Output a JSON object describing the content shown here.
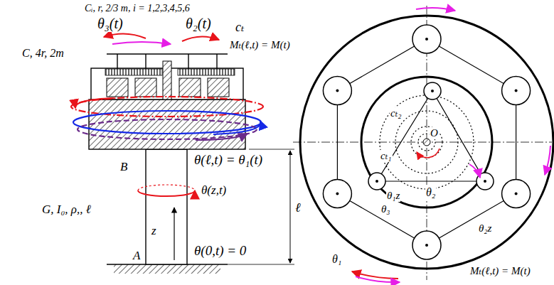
{
  "diagram": {
    "labels": [
      "Cᵢ, r, 2/3 m, i = 1,2,3,4,5,6",
      "θ₃(t)",
      "θ₂(t)",
      "cₜ",
      "C, 4r, 2m",
      "Mₜ(ℓ,t) = M(t)",
      "B",
      "θ(ℓ,t) = θ₁(t)",
      "θ(z,t)",
      "G, I₀, ρ,, ℓ",
      "z",
      "ℓ",
      "A",
      "θ(0,t) = 0",
      "cₜ₂",
      "O",
      "cₜ₁",
      "θ₁z",
      "θ₂",
      "θ₃",
      "θ₂z",
      "θ₁",
      "Mₜ(ℓ,t) = M(t)"
    ]
  }
}
